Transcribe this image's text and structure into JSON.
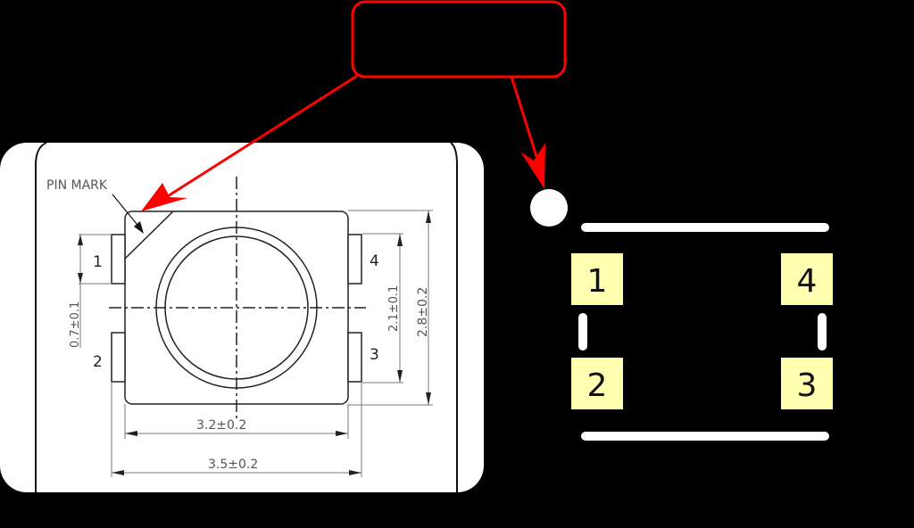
{
  "callout": {
    "label": "",
    "stroke_color": "#ff0000"
  },
  "drawing": {
    "pin_mark_label": "PIN MARK",
    "pins": [
      "1",
      "2",
      "3",
      "4"
    ],
    "dimensions": {
      "pad_pitch": "0.7±0.1",
      "pad_span": "2.1±0.1",
      "body_height": "2.8±0.2",
      "body_width": "3.2±0.2",
      "overall_width": "3.5±0.2"
    }
  },
  "footprint": {
    "pads": [
      {
        "label": "1",
        "position": "top-left"
      },
      {
        "label": "4",
        "position": "top-right"
      },
      {
        "label": "2",
        "position": "bottom-left"
      },
      {
        "label": "3",
        "position": "bottom-right"
      }
    ],
    "pad_color": "#ffffb0",
    "silkscreen_color": "#ffffff",
    "pin1_marker": "circle"
  }
}
